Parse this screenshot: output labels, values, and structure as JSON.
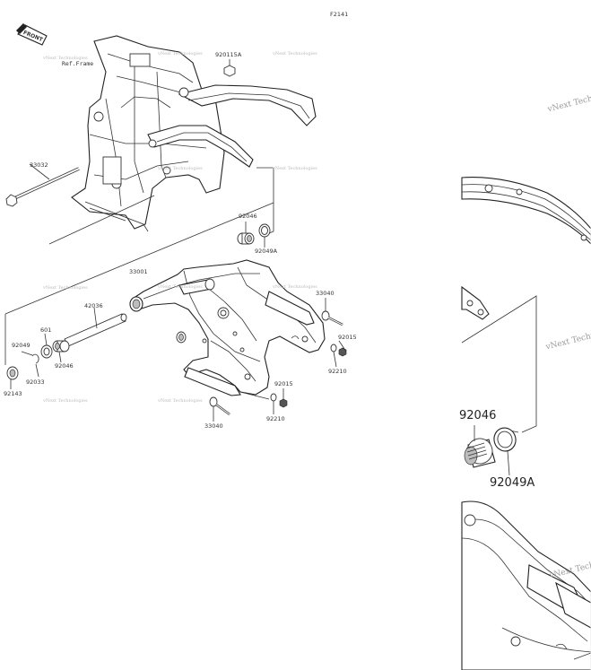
{
  "figure_code": "F2141",
  "front_label": "FRONT",
  "ref_frame": "Ref.Frame",
  "watermark": "vNext Technologies",
  "watermark_zoom": "vNext Techno",
  "labels": {
    "p920115A": "920115A",
    "p33032": "33032",
    "p92046_top": "92046",
    "p92049A_top": "92049A",
    "p33001": "33001",
    "p33040_right": "33040",
    "p42036": "42036",
    "p601": "601",
    "p92049": "92049",
    "p92046_left": "92046",
    "p92033": "92033",
    "p92143": "92143",
    "p92015_right": "92015",
    "p92210_right": "92210",
    "p92015_bottom": "92015",
    "p92210_bottom": "92210",
    "p33040_bottom": "33040"
  },
  "zoom_labels": {
    "z92046": "92046",
    "z92049A": "92049A"
  }
}
